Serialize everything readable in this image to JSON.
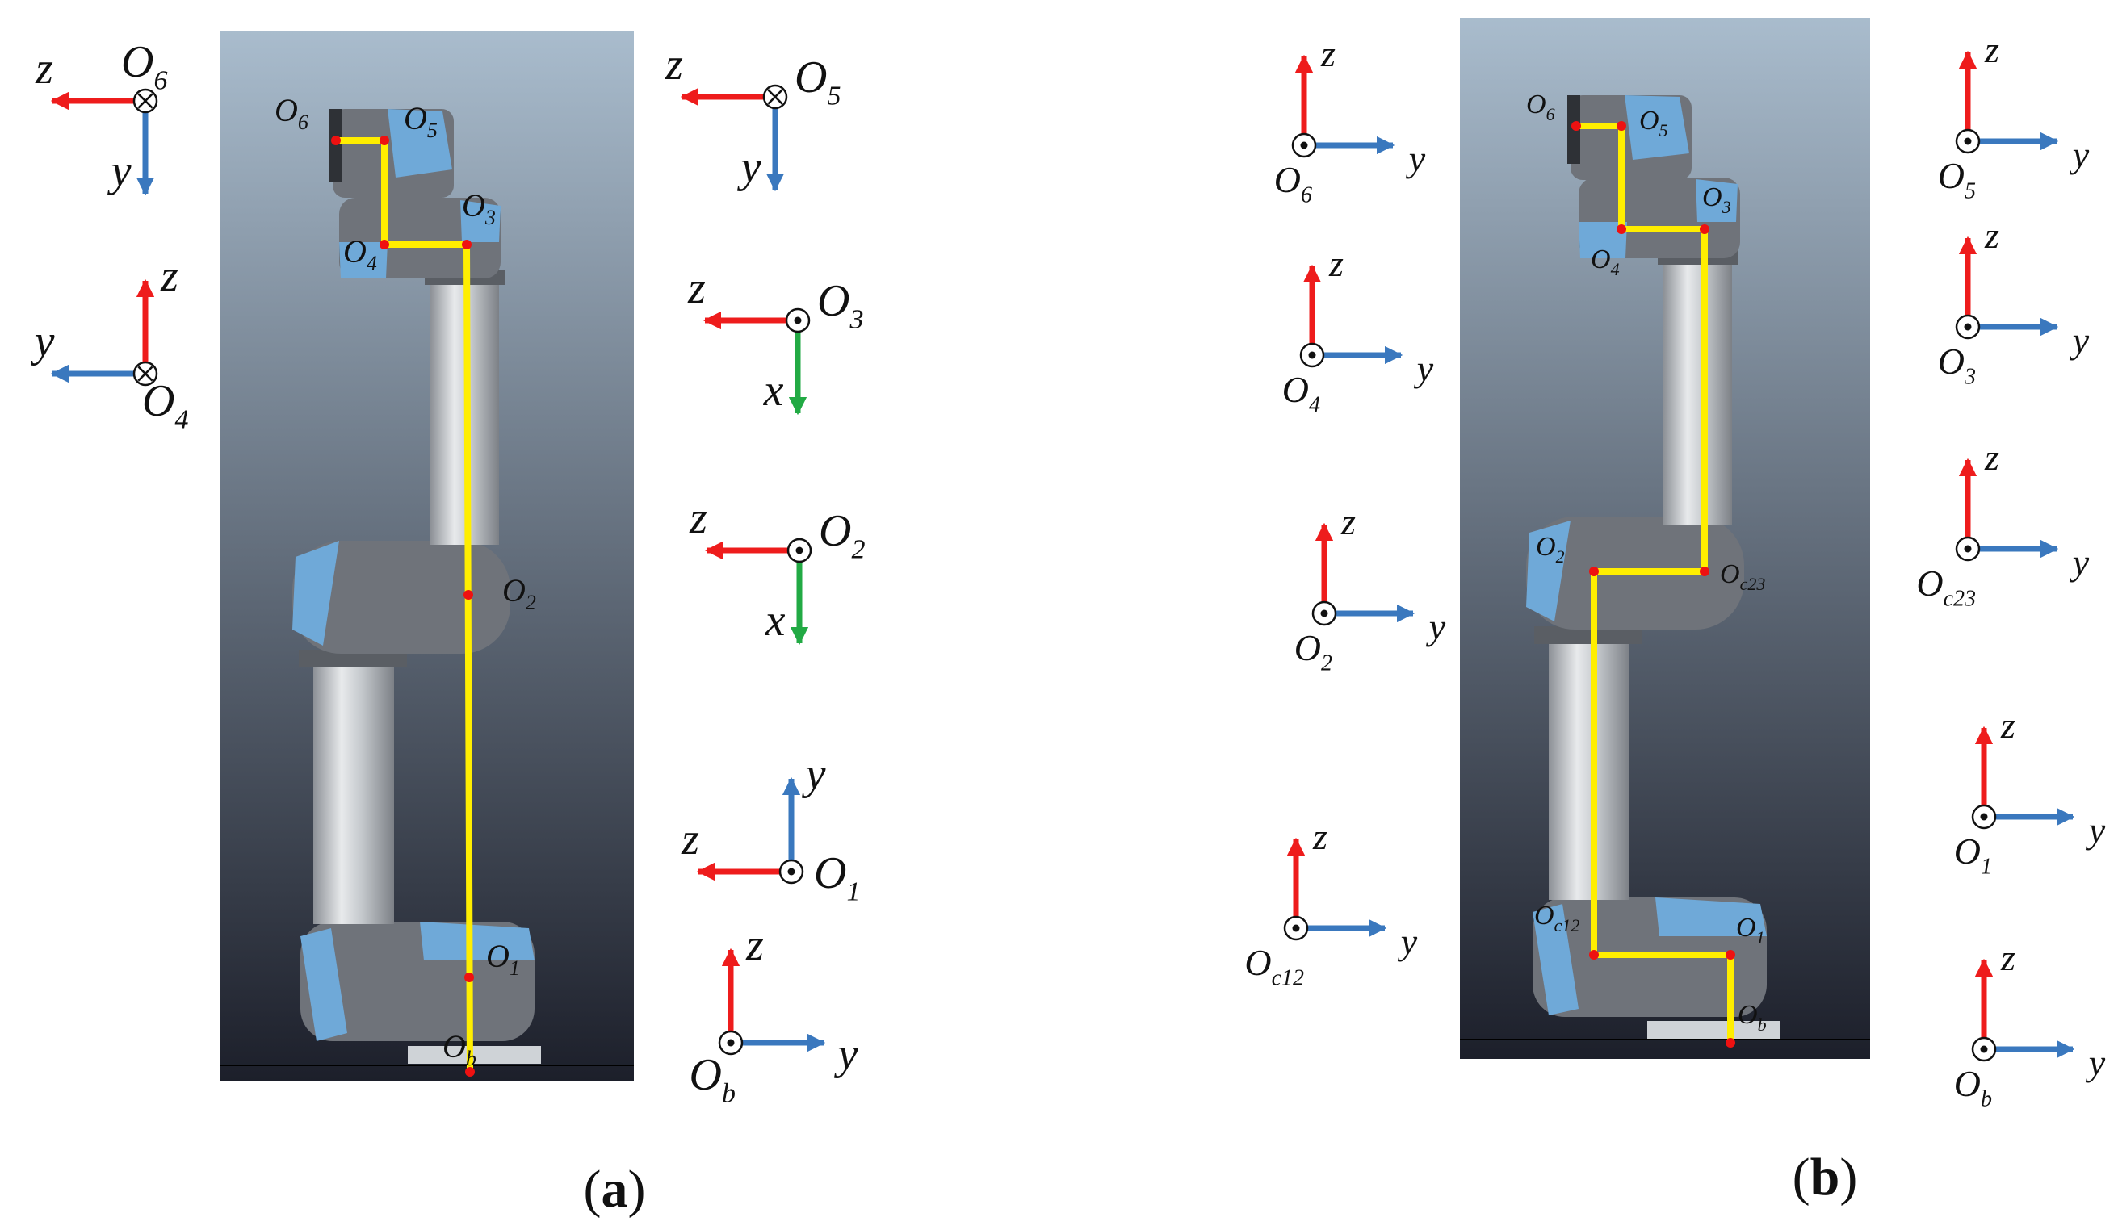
{
  "colors": {
    "axis_red": "#ee1c1c",
    "axis_blue": "#3a78be",
    "axis_green": "#22aa44",
    "kinematic_line": "#ffee00",
    "joint_point": "#ee1111",
    "bg_top": "#a9bccd",
    "bg_bottom": "#1c1f2a",
    "link_gray": "#6f737a",
    "cap_blue": "#6fa9d8",
    "tube_silver": "#c9cdd2"
  },
  "panel_a": {
    "caption": {
      "open": "(",
      "letter": "a",
      "close": ")"
    },
    "robot_labels": [
      {
        "base": "O",
        "sub": "6"
      },
      {
        "base": "O",
        "sub": "5"
      },
      {
        "base": "O",
        "sub": "3"
      },
      {
        "base": "O",
        "sub": "4"
      },
      {
        "base": "O",
        "sub": "2"
      },
      {
        "base": "O",
        "sub": "1"
      },
      {
        "base": "O",
        "sub": "b"
      }
    ],
    "frames": [
      {
        "origin": {
          "base": "O",
          "sub": "6"
        },
        "symbol": "into-page",
        "axes": [
          {
            "label": "z",
            "dir": "left",
            "color": "red"
          },
          {
            "label": "y",
            "dir": "down",
            "color": "blue"
          }
        ]
      },
      {
        "origin": {
          "base": "O",
          "sub": "4"
        },
        "symbol": "into-page",
        "axes": [
          {
            "label": "z",
            "dir": "up",
            "color": "red"
          },
          {
            "label": "y",
            "dir": "left",
            "color": "blue"
          }
        ]
      },
      {
        "origin": {
          "base": "O",
          "sub": "5"
        },
        "symbol": "into-page",
        "axes": [
          {
            "label": "z",
            "dir": "left",
            "color": "red"
          },
          {
            "label": "y",
            "dir": "down",
            "color": "blue"
          }
        ]
      },
      {
        "origin": {
          "base": "O",
          "sub": "3"
        },
        "symbol": "out-of-page",
        "axes": [
          {
            "label": "z",
            "dir": "left",
            "color": "red"
          },
          {
            "label": "x",
            "dir": "down",
            "color": "green"
          }
        ]
      },
      {
        "origin": {
          "base": "O",
          "sub": "2"
        },
        "symbol": "out-of-page",
        "axes": [
          {
            "label": "z",
            "dir": "left",
            "color": "red"
          },
          {
            "label": "x",
            "dir": "down",
            "color": "green"
          }
        ]
      },
      {
        "origin": {
          "base": "O",
          "sub": "1"
        },
        "symbol": "out-of-page",
        "axes": [
          {
            "label": "z",
            "dir": "left",
            "color": "red"
          },
          {
            "label": "y",
            "dir": "up",
            "color": "blue"
          }
        ]
      },
      {
        "origin": {
          "base": "O",
          "sub": "b"
        },
        "symbol": "out-of-page",
        "axes": [
          {
            "label": "z",
            "dir": "up",
            "color": "red"
          },
          {
            "label": "y",
            "dir": "right",
            "color": "blue"
          }
        ]
      }
    ]
  },
  "panel_b": {
    "caption": {
      "open": "(",
      "letter": "b",
      "close": ")"
    },
    "robot_labels": [
      {
        "base": "O",
        "sub": "6"
      },
      {
        "base": "O",
        "sub": "5"
      },
      {
        "base": "O",
        "sub": "3"
      },
      {
        "base": "O",
        "sub": "4"
      },
      {
        "base": "O",
        "sub": "2"
      },
      {
        "base": "O",
        "sub": "c23"
      },
      {
        "base": "O",
        "sub": "c12"
      },
      {
        "base": "O",
        "sub": "1"
      },
      {
        "base": "O",
        "sub": "b"
      }
    ],
    "frames": [
      {
        "origin": {
          "base": "O",
          "sub": "6"
        },
        "symbol": "out-of-page",
        "axes": [
          {
            "label": "z",
            "dir": "up",
            "color": "red"
          },
          {
            "label": "y",
            "dir": "right",
            "color": "blue"
          }
        ]
      },
      {
        "origin": {
          "base": "O",
          "sub": "4"
        },
        "symbol": "out-of-page",
        "axes": [
          {
            "label": "z",
            "dir": "up",
            "color": "red"
          },
          {
            "label": "y",
            "dir": "right",
            "color": "blue"
          }
        ]
      },
      {
        "origin": {
          "base": "O",
          "sub": "2"
        },
        "symbol": "out-of-page",
        "axes": [
          {
            "label": "z",
            "dir": "up",
            "color": "red"
          },
          {
            "label": "y",
            "dir": "right",
            "color": "blue"
          }
        ]
      },
      {
        "origin": {
          "base": "O",
          "sub": "c12"
        },
        "symbol": "out-of-page",
        "axes": [
          {
            "label": "z",
            "dir": "up",
            "color": "red"
          },
          {
            "label": "y",
            "dir": "right",
            "color": "blue"
          }
        ]
      },
      {
        "origin": {
          "base": "O",
          "sub": "5"
        },
        "symbol": "out-of-page",
        "axes": [
          {
            "label": "z",
            "dir": "up",
            "color": "red"
          },
          {
            "label": "y",
            "dir": "right",
            "color": "blue"
          }
        ]
      },
      {
        "origin": {
          "base": "O",
          "sub": "3"
        },
        "symbol": "out-of-page",
        "axes": [
          {
            "label": "z",
            "dir": "up",
            "color": "red"
          },
          {
            "label": "y",
            "dir": "right",
            "color": "blue"
          }
        ]
      },
      {
        "origin": {
          "base": "O",
          "sub": "c23"
        },
        "symbol": "out-of-page",
        "axes": [
          {
            "label": "z",
            "dir": "up",
            "color": "red"
          },
          {
            "label": "y",
            "dir": "right",
            "color": "blue"
          }
        ]
      },
      {
        "origin": {
          "base": "O",
          "sub": "1"
        },
        "symbol": "out-of-page",
        "axes": [
          {
            "label": "z",
            "dir": "up",
            "color": "red"
          },
          {
            "label": "y",
            "dir": "right",
            "color": "blue"
          }
        ]
      },
      {
        "origin": {
          "base": "O",
          "sub": "b"
        },
        "symbol": "out-of-page",
        "axes": [
          {
            "label": "z",
            "dir": "up",
            "color": "red"
          },
          {
            "label": "y",
            "dir": "right",
            "color": "blue"
          }
        ]
      }
    ]
  }
}
